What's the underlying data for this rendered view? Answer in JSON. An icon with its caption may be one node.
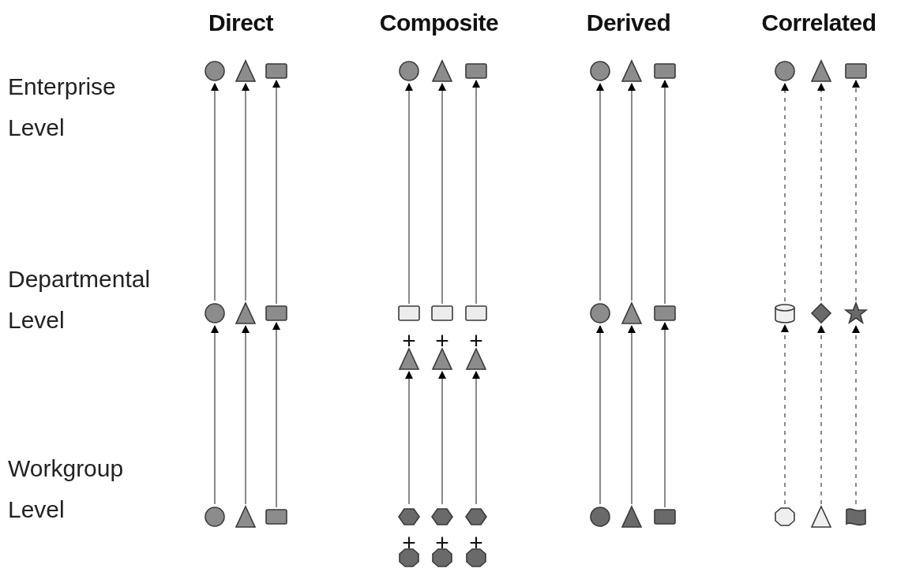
{
  "diagram": {
    "nodes": [
      {
        "text": [],
        "shape": "circle"
      },
      {
        "text": [],
        "shape": "triangle"
      },
      {
        "text": [],
        "shape": "box"
      },
      {
        "text": [],
        "shape": "circle"
      },
      {
        "text": [],
        "shape": "triangle"
      },
      {
        "text": [],
        "shape": "box"
      },
      {
        "text": [],
        "shape": "circle"
      },
      {
        "text": [],
        "shape": "triangle"
      },
      {
        "text": [],
        "shape": "box"
      },
      {
        "text": [],
        "shape": "circle"
      },
      {
        "text": [],
        "shape": "triangle"
      },
      {
        "text": [],
        "shape": "box"
      },
      {
        "text": [],
        "shape": "circle"
      },
      {
        "text": [],
        "shape": "triangle"
      },
      {
        "text": [],
        "shape": "box"
      },
      {
        "text": [],
        "shape": "box"
      },
      {
        "text": [],
        "shape": "box"
      },
      {
        "text": [],
        "shape": "box"
      },
      {
        "text": [],
        "shape": "circle"
      },
      {
        "text": [],
        "shape": "triangle"
      },
      {
        "text": [],
        "shape": "box"
      },
      {
        "text": [],
        "shape": "cylinder"
      },
      {
        "text": [],
        "shape": "diamond"
      },
      {
        "text": [],
        "shape": "star"
      },
      {
        "text": [],
        "shape": "triangle"
      },
      {
        "text": [],
        "shape": "triangle"
      },
      {
        "text": [],
        "shape": "triangle"
      },
      {
        "text": [],
        "shape": "circle"
      },
      {
        "text": [],
        "shape": "triangle"
      },
      {
        "text": [],
        "shape": "box"
      },
      {
        "text": [],
        "shape": "hexagon"
      },
      {
        "text": [],
        "shape": "hexagon"
      },
      {
        "text": [],
        "shape": "hexagon"
      },
      {
        "text": [],
        "shape": "circle"
      },
      {
        "text": [],
        "shape": "triangle"
      },
      {
        "text": [],
        "shape": "box"
      },
      {
        "text": [],
        "shape": "octagon"
      },
      {
        "text": [],
        "shape": "triangle"
      },
      {
        "text": [],
        "shape": "flag"
      },
      {
        "text": [],
        "shape": "octagon"
      },
      {
        "text": [],
        "shape": "octagon"
      },
      {
        "text": [],
        "shape": "octagon"
      }
    ],
    "edges": [
      {
        "from": 27,
        "to": 12,
        "arrow": "to"
      },
      {
        "from": 28,
        "to": 13,
        "arrow": "to"
      },
      {
        "from": 29,
        "to": 14,
        "arrow": "to"
      },
      {
        "from": 12,
        "to": 0,
        "arrow": "to"
      },
      {
        "from": 13,
        "to": 1,
        "arrow": "to"
      },
      {
        "from": 14,
        "to": 2,
        "arrow": "to"
      },
      {
        "from": 30,
        "to": 24,
        "arrow": "to"
      },
      {
        "from": 31,
        "to": 25,
        "arrow": "to"
      },
      {
        "from": 32,
        "to": 26,
        "arrow": "to"
      },
      {
        "from": 15,
        "to": 3,
        "arrow": "to"
      },
      {
        "from": 16,
        "to": 4,
        "arrow": "to"
      },
      {
        "from": 17,
        "to": 5,
        "arrow": "to"
      },
      {
        "from": 33,
        "to": 18,
        "arrow": "to"
      },
      {
        "from": 34,
        "to": 19,
        "arrow": "to"
      },
      {
        "from": 35,
        "to": 20,
        "arrow": "to"
      },
      {
        "from": 18,
        "to": 6,
        "arrow": "to"
      },
      {
        "from": 19,
        "to": 7,
        "arrow": "to"
      },
      {
        "from": 20,
        "to": 8,
        "arrow": "to"
      },
      {
        "from": 36,
        "to": 21,
        "arrow": "to",
        "style": "dashed"
      },
      {
        "from": 37,
        "to": 22,
        "arrow": "to",
        "style": "dashed"
      },
      {
        "from": 38,
        "to": 23,
        "arrow": "to",
        "style": "dashed"
      },
      {
        "from": 21,
        "to": 9,
        "arrow": "to",
        "style": "dashed"
      },
      {
        "from": 22,
        "to": 10,
        "arrow": "to",
        "style": "dashed"
      },
      {
        "from": 23,
        "to": 11,
        "arrow": "to",
        "style": "dashed"
      }
    ],
    "labels": [
      "Direct",
      "Composite",
      "Derived",
      "Correlated",
      "Enterprise Level",
      "Departmental Level",
      "Workgroup Level",
      "+",
      "+",
      "+",
      "+",
      "+",
      "+"
    ]
  }
}
